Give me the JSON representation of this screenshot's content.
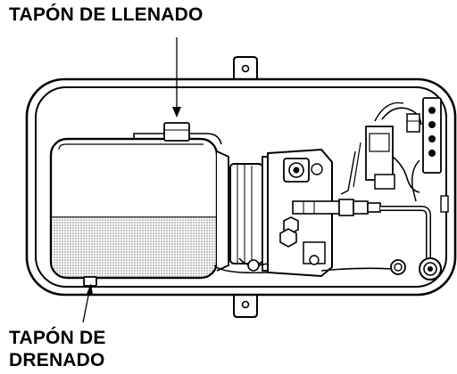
{
  "labels": {
    "fill_plug": "TAPÓN DE LLENADO",
    "drain_plug_line1": "TAPÓN DE",
    "drain_plug_line2": "DRENADO"
  },
  "colors": {
    "ink": "#000000",
    "paper": "#ffffff",
    "fluid_shading": "#b9b9b9"
  },
  "fluid_level": 0.45
}
